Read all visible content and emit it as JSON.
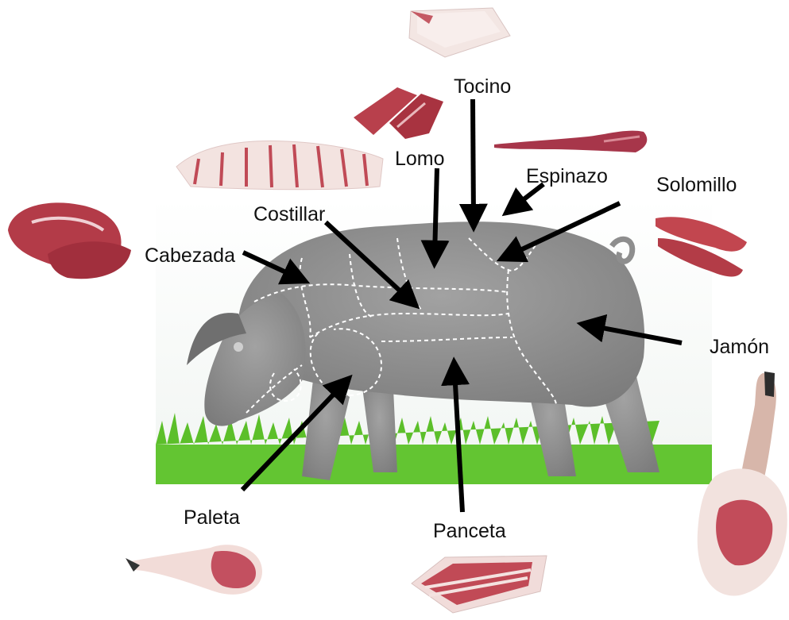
{
  "labels": {
    "tocino": "Tocino",
    "lomo": "Lomo",
    "espinazo": "Espinazo",
    "solomillo": "Solomillo",
    "costillar": "Costillar",
    "cabezada": "Cabezada",
    "jamon": "Jamón",
    "paleta": "Paleta",
    "panceta": "Panceta"
  },
  "colors": {
    "pig": "#8e8e8e",
    "meat": "#b8404c",
    "fat": "#f2e4e0",
    "grass": "#5cbf2a",
    "arrow": "#000000"
  }
}
